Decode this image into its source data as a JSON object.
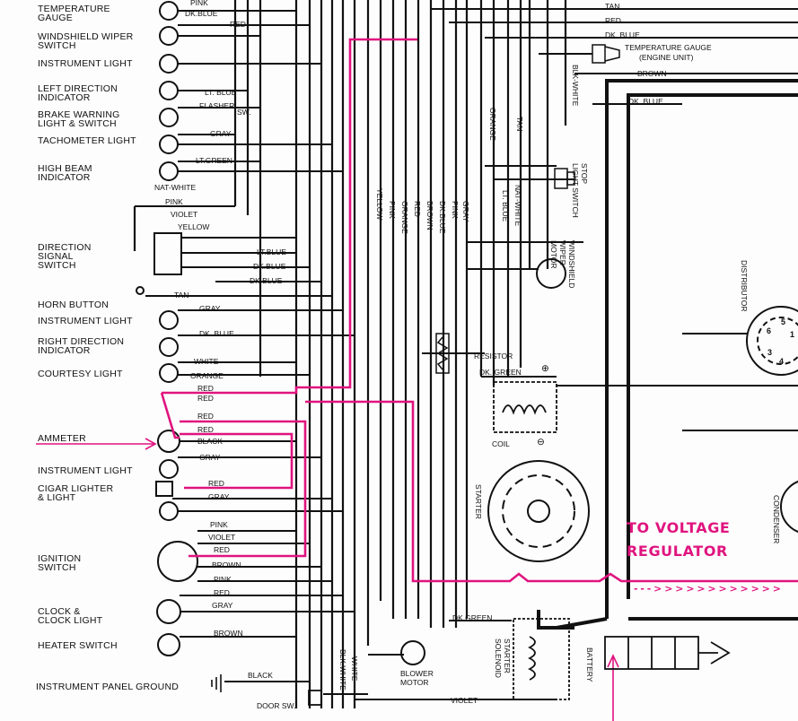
{
  "colors": {
    "wire": "#111111",
    "highlight": "#e0147f",
    "paper": "#fdfdfd"
  },
  "dash_components": [
    "TEMPERATURE\nGAUGE",
    "WINDSHIELD WIPER\nSWITCH",
    "INSTRUMENT LIGHT",
    "LEFT DIRECTION\nINDICATOR",
    "BRAKE WARNING\nLIGHT & SWITCH",
    "TACHOMETER LIGHT",
    "HIGH BEAM\nINDICATOR",
    "DIRECTION\nSIGNAL\nSWITCH",
    "HORN BUTTON",
    "INSTRUMENT LIGHT",
    "RIGHT DIRECTION\nINDICATOR",
    "COURTESY LIGHT",
    "AMMETER",
    "INSTRUMENT LIGHT",
    "CIGAR LIGHTER\n& LIGHT",
    "IGNITION\nSWITCH",
    "CLOCK &\nCLOCK LIGHT",
    "HEATER SWITCH",
    "INSTRUMENT PANEL GROUND"
  ],
  "left_wire_labels": [
    "PINK",
    "DK.BLUE",
    "RED",
    "LT. BLUE",
    "FLASHER",
    "SW.",
    "GRAY",
    "LT.GREEN",
    "NAT-WHITE",
    "PINK",
    "VIOLET",
    "YELLOW",
    "LT.BLUE",
    "DK.BLUE",
    "DK.BLUE",
    "TAN",
    "GRAY",
    "DK. BLUE",
    "WHITE",
    "ORANGE",
    "RED",
    "RED",
    "RED",
    "RED",
    "BLACK",
    "GRAY",
    "RED",
    "GRAY",
    "PINK",
    "VIOLET",
    "RED",
    "BROWN",
    "PINK",
    "RED",
    "GRAY",
    "BROWN",
    "BLACK"
  ],
  "harness_labels": [
    "YELLOW",
    "PINK",
    "ORANGE",
    "RED",
    "BROWN",
    "DK.BLUE",
    "PINK",
    "GRAY",
    "LT. BLUE",
    "NAT-WHITE",
    "ORANGE",
    "TAN",
    "BLK-WHITE",
    "BLK.WHITE",
    "WHITE"
  ],
  "right_labels": {
    "tan": "TAN",
    "red": "RED",
    "dk_blue": "DK. BLUE",
    "temp_gauge": "TEMPERATURE GAUGE",
    "engine_unit": "(ENGINE UNIT)",
    "brown": "BROWN",
    "dk_blue2": "DK. BLUE",
    "stop_light_switch": "STOP\nLIGHT SWITCH",
    "wiper_motor": "WINDSHIELD\nWIPER\nMOTOR",
    "distributor": "DISTRIBUTOR",
    "resistor": "RESISTOR",
    "dk_green": "DK. GREEN",
    "coil": "COIL",
    "plus": "⊕",
    "minus": "⊖",
    "starter": "STARTER",
    "starter_solenoid": "STARTER\nSOLENOID",
    "battery": "BATTERY",
    "condenser": "CONDENSER",
    "dk_green2": "DK.GREEN",
    "blower_motor": "BLOWER\nMOTOR",
    "violet": "VIOLET",
    "door_sw": "DOOR SW."
  },
  "distributor_pins": [
    "6",
    "5",
    "1",
    "3",
    "4"
  ],
  "annotation": {
    "line1": "TO VOLTAGE",
    "line2": "REGULATOR",
    "arrow_chain": "- - - > > > > > > > > > > > >"
  }
}
